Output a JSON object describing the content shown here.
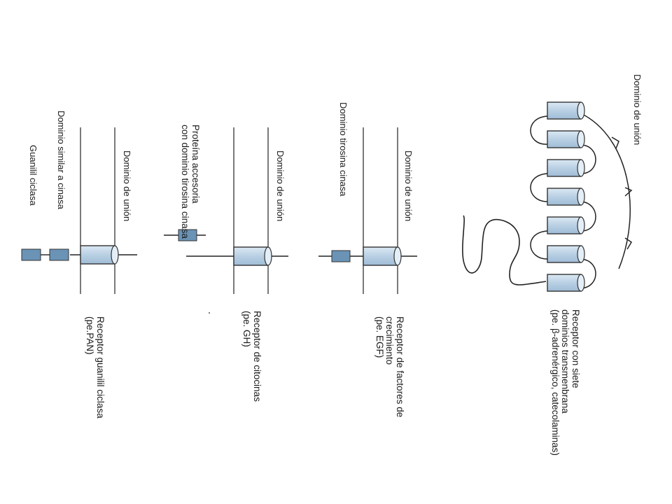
{
  "gpcr": {
    "binding_label": "Dominio de unión",
    "caption": [
      "Receptor con siete",
      "dominios transmenbrana",
      "(pe. β-adrenérgico, catecolaminas)"
    ]
  },
  "growth_factor": {
    "binding_label": "Dominio de unión",
    "kinase_label": "Dominio tirosina cinasa",
    "caption": [
      "Receptor de factores de",
      "crecimiento",
      "(pe. EGF)"
    ]
  },
  "cytokine": {
    "binding_label": "Dominio de unión",
    "accessory_label": [
      "Proteína accesoria",
      "con dominio tirosina cinasa"
    ],
    "caption": [
      "Receptor de citocinas",
      "(pe. GH)"
    ]
  },
  "guanylyl": {
    "binding_label": "Dominio de unión",
    "kinase_like_label": "Dominio similar a cinasa",
    "cyclase_label": "Guanilil ciclasa",
    "caption": [
      "Receptor guanilil ciclasa",
      "(pe.PAN)"
    ]
  },
  "colors": {
    "cylinder_fill": "#c5d9ea",
    "cylinder_stroke": "#3a3a3a",
    "domain_box_fill": "#6a93b6",
    "line": "#222222"
  }
}
